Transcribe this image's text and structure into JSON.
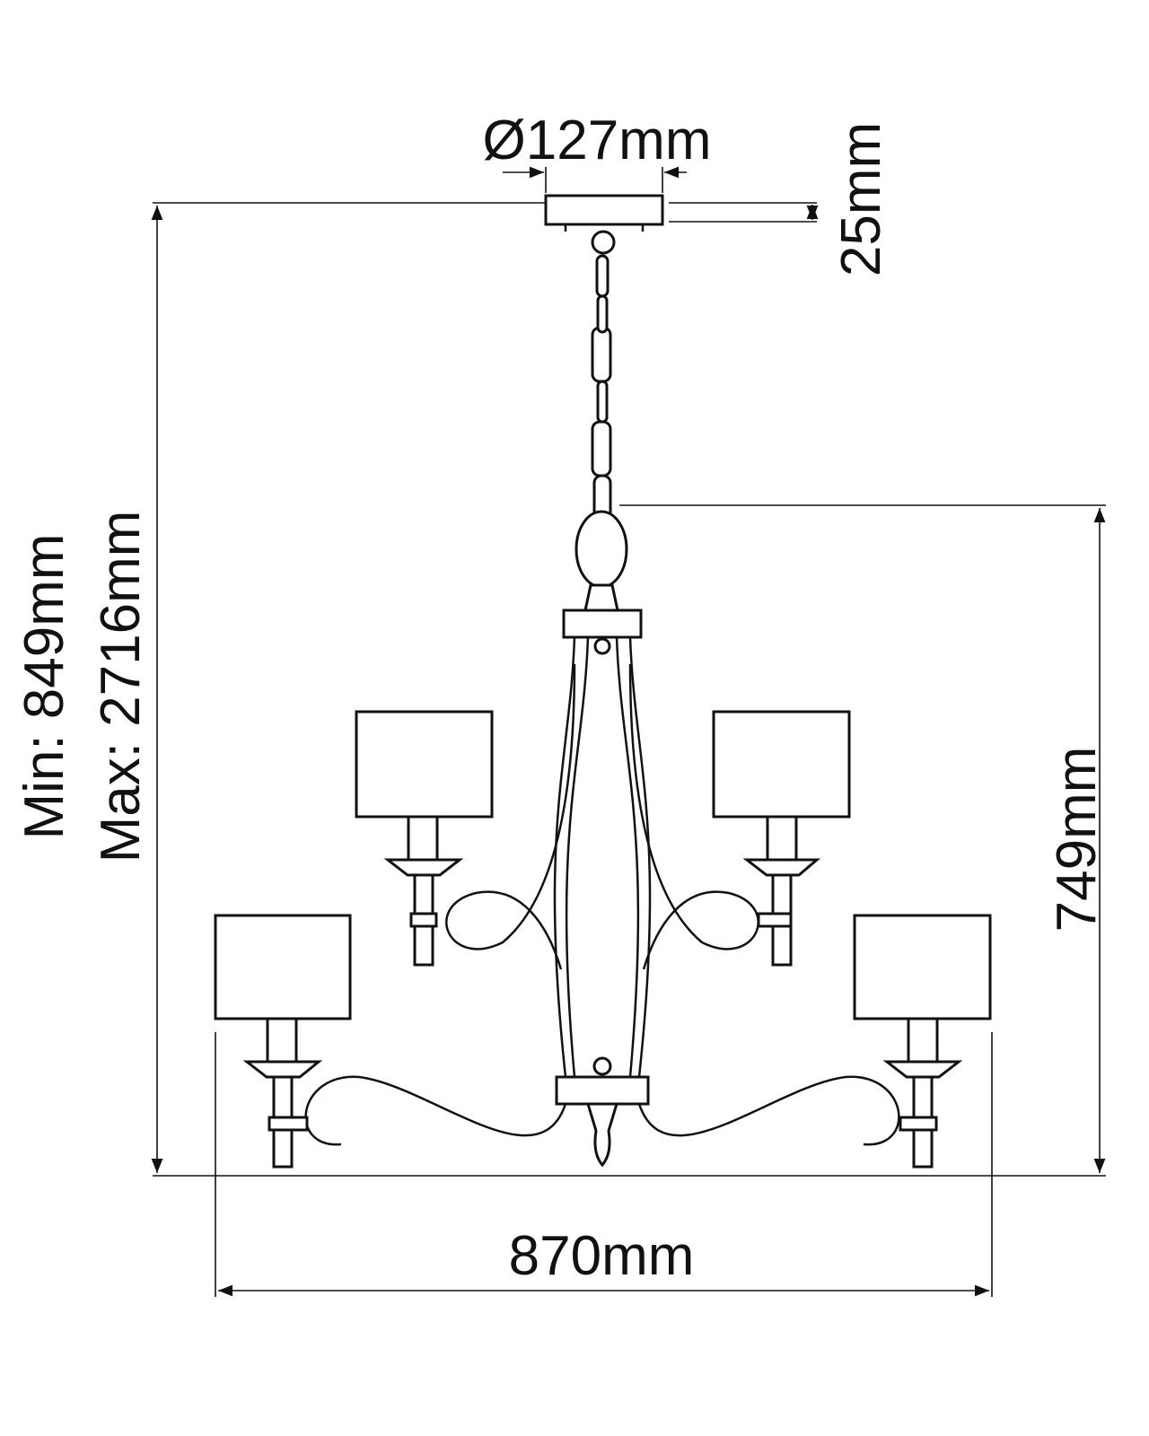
{
  "dimensions": {
    "canopy_diameter": "Ø127mm",
    "canopy_height": "25mm",
    "min_height": "Min: 849mm",
    "max_height": "Max: 2716mm",
    "body_height": "749mm",
    "width": "870mm"
  }
}
